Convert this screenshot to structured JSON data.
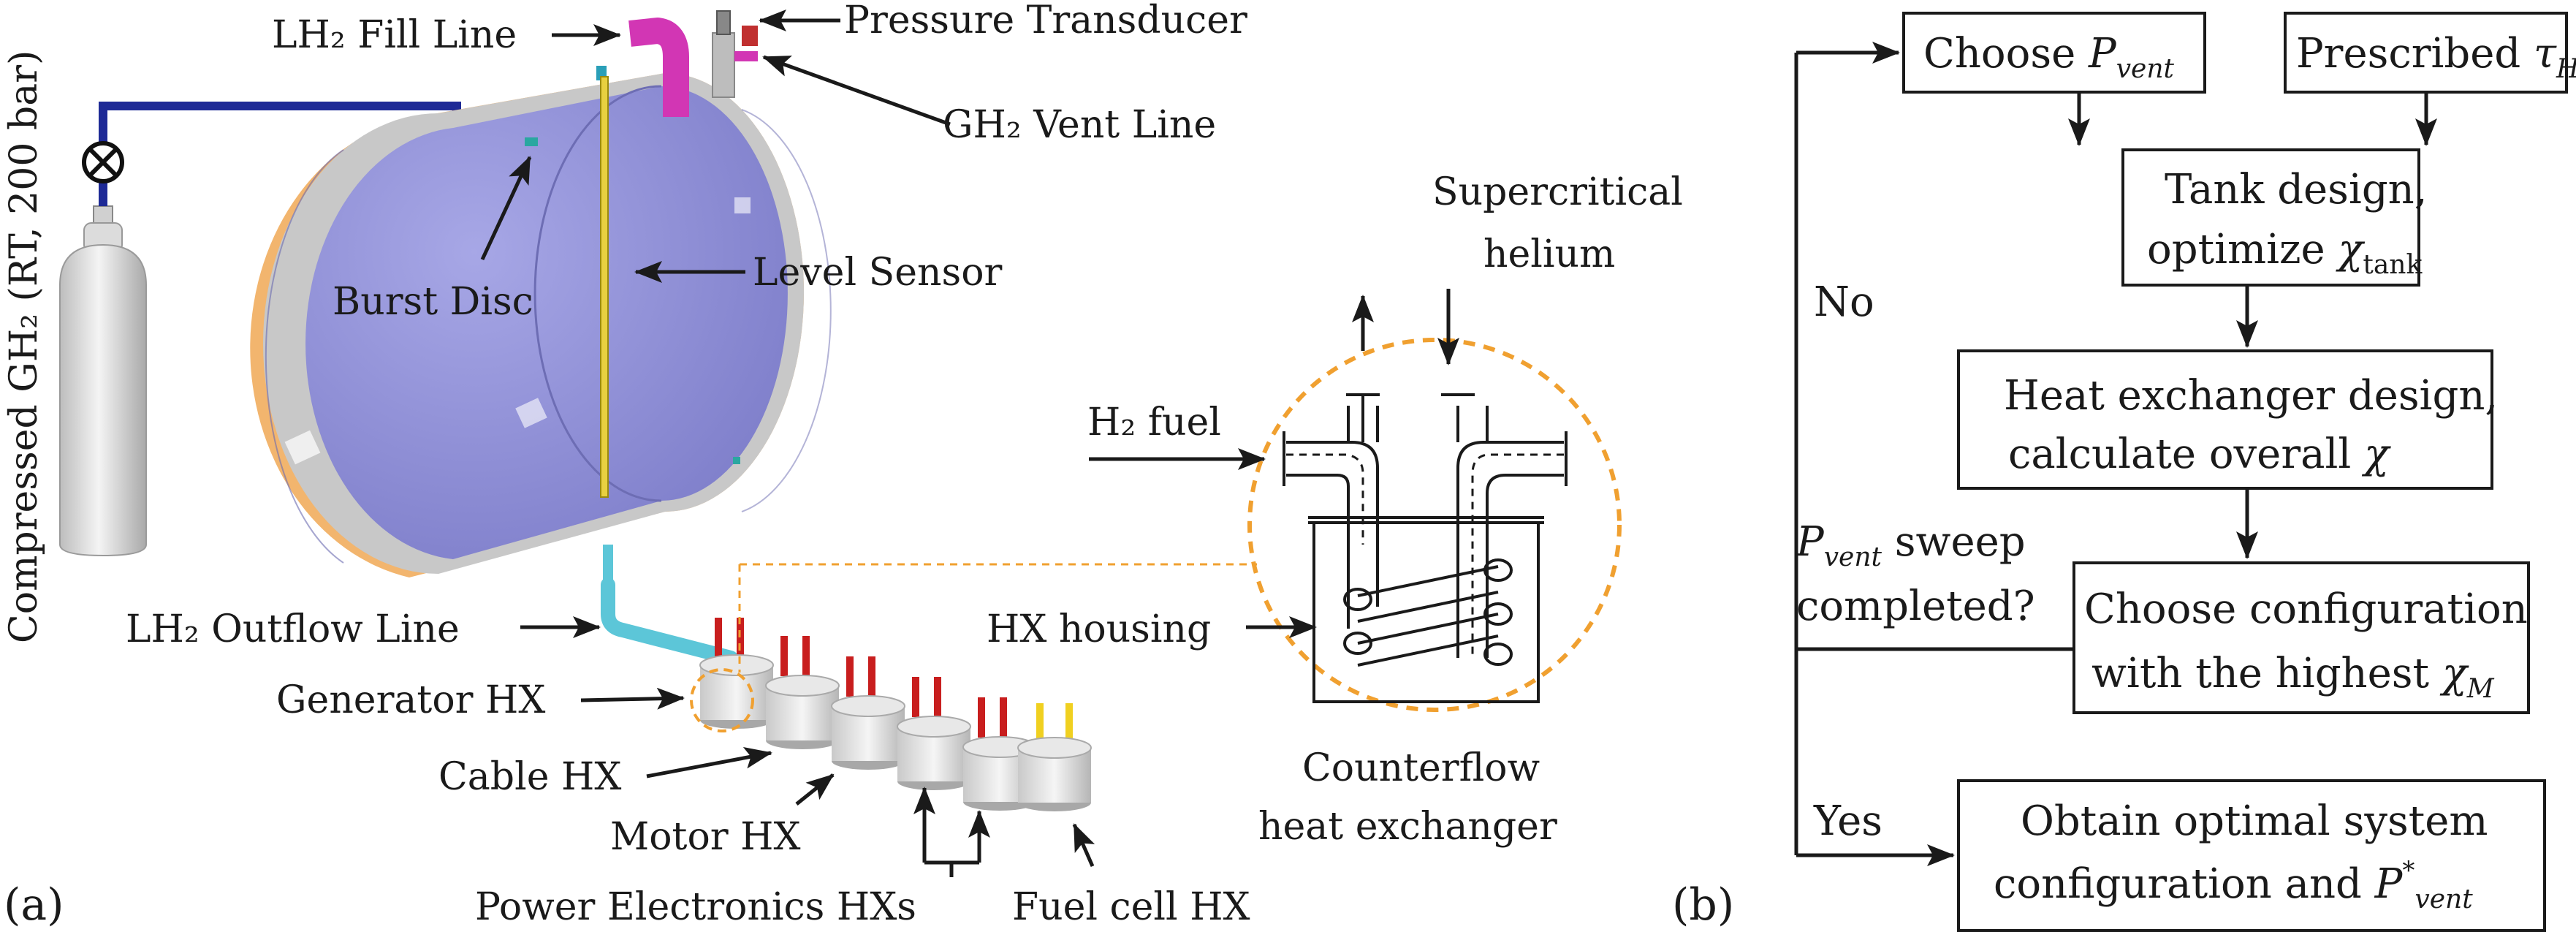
{
  "panel_a": {
    "label": "(a)",
    "side_label": "Compressed GH₂ (RT, 200 bar)",
    "labels": {
      "fill_line": "LH₂ Fill Line",
      "pressure_transducer": "Pressure Transducer",
      "vent_line": "GH₂ Vent Line",
      "burst_disc": "Burst Disc",
      "level_sensor": "Level Sensor",
      "supercritical_1": "Supercritical",
      "supercritical_2": "helium",
      "h2_fuel": "H₂ fuel",
      "hx_housing": "HX housing",
      "outflow_line": "LH₂ Outflow Line",
      "generator_hx": "Generator HX",
      "cable_hx": "Cable HX",
      "motor_hx": "Motor HX",
      "power_electronics": "Power Electronics HXs",
      "fuel_cell_hx": "Fuel cell HX",
      "counterflow_1": "Counterflow",
      "counterflow_2": "heat exchanger"
    }
  },
  "panel_b": {
    "label": "(b)",
    "boxes": {
      "choose": {
        "text": "Choose ",
        "sym": "P",
        "sub": "vent"
      },
      "prescribed": {
        "text": "Prescribed ",
        "sym": "τ",
        "sub": "H"
      },
      "tank_1": "Tank design,",
      "tank_2": {
        "text": "optimize ",
        "sym": "χ",
        "sub": "tank"
      },
      "hx_1": "Heat exchanger design,",
      "hx_2": {
        "text": "calculate overall ",
        "sym": "χ"
      },
      "config_1": "Choose configuration",
      "config_2": {
        "text": "with the highest ",
        "sym": "χ",
        "sub": "M"
      },
      "final_1": "Obtain optimal system",
      "final_2": {
        "text": "configuration and ",
        "sym": "P",
        "sup": "*",
        "sub": "vent"
      }
    },
    "labels": {
      "no": "No",
      "sweep_sym": "P",
      "sweep_sub": "vent",
      "sweep_1": " sweep",
      "sweep_2": "completed?",
      "yes": "Yes"
    }
  },
  "colors": {
    "tank_inner": "#8f8fd8",
    "tank_insulation": "#f2b56e",
    "tank_shell": "#c8c8c8",
    "fill_line": "#d236b4",
    "gas_line": "#1e2a96",
    "outflow": "#5cc6d8",
    "hx_red": "#c81e1e",
    "hx_yellow": "#f0d020",
    "dashed": "#f0a030"
  }
}
